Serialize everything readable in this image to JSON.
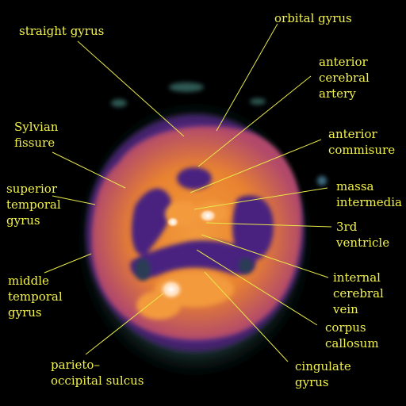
{
  "labels": {
    "straight_gyrus": "straight gyrus",
    "orbital_gyrus": "orbital gyrus",
    "anterior_cerebral_artery": "anterior\ncerebral\nartery",
    "sylvian_fissure": "Sylvian\nfissure",
    "anterior_commisure": "anterior\ncommisure",
    "superior_temporal_gyrus": "superior\ntemporal\ngyrus",
    "massa_intermedia": "massa\nintermedia",
    "third_ventricle": "3rd ventricle",
    "middle_temporal_gyrus": "middle\ntemporal\ngyrus",
    "internal_cerebral_vein": "internal\ncerebral\nvein",
    "corpus_callosum": "corpus\ncallosum",
    "parieto_occipital_sulcus": "parieto–\noccipital sulcus",
    "cingulate_gyrus": "cingulate\ngyrus"
  },
  "colors": {
    "background": "#000000",
    "label_text": "#f2f24a",
    "leader_line": "#e8e84a",
    "halo": "#3f6f6a",
    "cortex_outer": "#5a2a8a",
    "cortex_mid": "#e07a2a",
    "hotspot": "#ffffff"
  }
}
